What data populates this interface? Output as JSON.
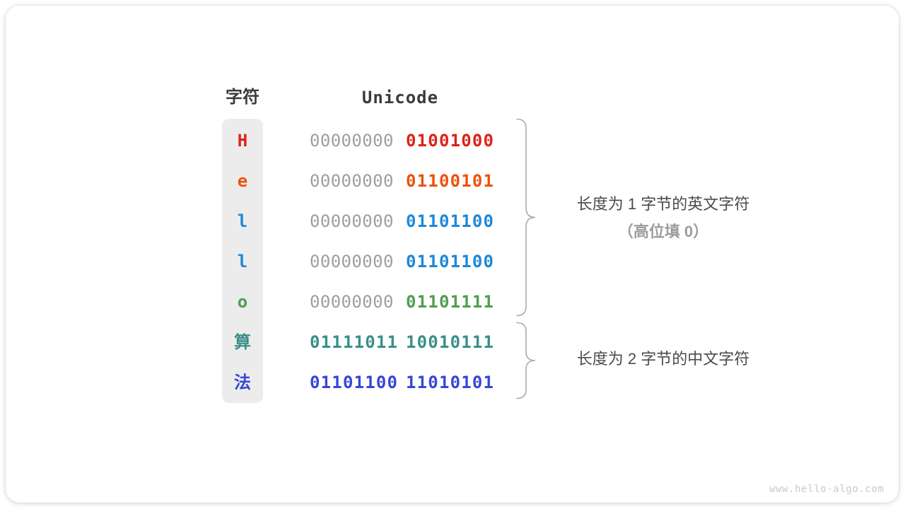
{
  "colors": {
    "header_text": "#3b3b3b",
    "muted_byte": "#9e9e9e",
    "char_column_bg": "#ececec",
    "brace": "#ababab",
    "annotation_primary": "#4b4b4b",
    "annotation_secondary": "#9c9c9c",
    "watermark": "#c9c9c9",
    "red": "#dd2318",
    "orange": "#ec520a",
    "blue": "#1e88d8",
    "green": "#519e51",
    "teal": "#38908a",
    "indigo": "#3647d6"
  },
  "table": {
    "char_header": "字符",
    "unicode_header": "Unicode",
    "rows": [
      {
        "char": "H",
        "byte1": "00000000",
        "byte2": "01001000",
        "color": "#dd2318",
        "byte1_muted": true
      },
      {
        "char": "e",
        "byte1": "00000000",
        "byte2": "01100101",
        "color": "#ec520a",
        "byte1_muted": true
      },
      {
        "char": "l",
        "byte1": "00000000",
        "byte2": "01101100",
        "color": "#1e88d8",
        "byte1_muted": true
      },
      {
        "char": "l",
        "byte1": "00000000",
        "byte2": "01101100",
        "color": "#1e88d8",
        "byte1_muted": true
      },
      {
        "char": "o",
        "byte1": "00000000",
        "byte2": "01101111",
        "color": "#519e51",
        "byte1_muted": true
      },
      {
        "char": "算",
        "byte1": "01111011",
        "byte2": "10010111",
        "color": "#38908a",
        "byte1_muted": false
      },
      {
        "char": "法",
        "byte1": "01101100",
        "byte2": "11010101",
        "color": "#3647d6",
        "byte1_muted": false
      }
    ]
  },
  "annotations": {
    "english_group_line1": "长度为 1 字节的英文字符",
    "english_group_line2": "（高位填 0）",
    "chinese_group_line1": "长度为 2 字节的中文字符"
  },
  "watermark": "www.hello-algo.com"
}
